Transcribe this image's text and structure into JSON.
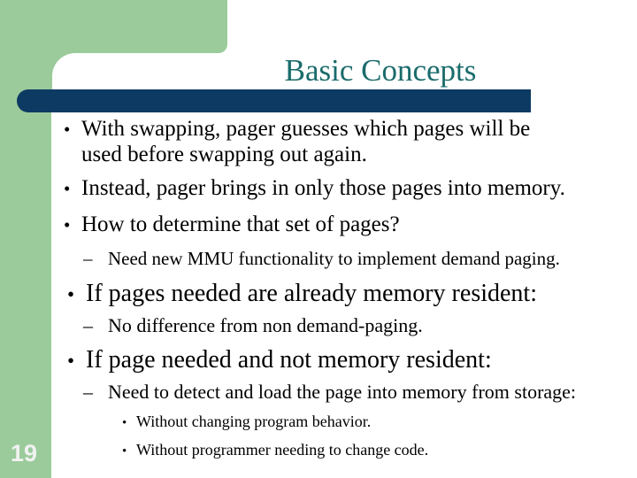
{
  "slide": {
    "title": "Basic Concepts",
    "page_number": "19",
    "colors": {
      "green": "#9BCB9B",
      "navy": "#0D3A63",
      "title_teal": "#1A6B6B",
      "text": "#000000",
      "page_number": "#F2F2F2"
    },
    "bullets": [
      {
        "style": "lv1",
        "marker": "•",
        "text": "With swapping, pager guesses which pages will be"
      },
      {
        "style": "lv1c",
        "marker": "",
        "text": "used before swapping out again."
      },
      {
        "style": "lv1",
        "marker": "•",
        "text": "Instead, pager brings in only those pages into memory."
      },
      {
        "style": "lv1",
        "marker": "•",
        "text": "How to determine that set of pages?"
      },
      {
        "style": "lv2",
        "marker": "–",
        "text": "Need new MMU functionality to implement demand paging."
      },
      {
        "style": "lv1b",
        "marker": "•",
        "text": "If pages needed are already memory resident:"
      },
      {
        "style": "lv2b",
        "marker": "–",
        "text": "No difference from non demand-paging."
      },
      {
        "style": "lv1b",
        "marker": "•",
        "text": "If page needed and not memory resident:"
      },
      {
        "style": "lv2b",
        "marker": "–",
        "text": "Need to detect and load the page into memory from storage:"
      },
      {
        "style": "lv3",
        "marker": "•",
        "text": "Without changing program behavior."
      },
      {
        "style": "lv3",
        "marker": "•",
        "text": "Without programmer needing to change code."
      }
    ]
  }
}
